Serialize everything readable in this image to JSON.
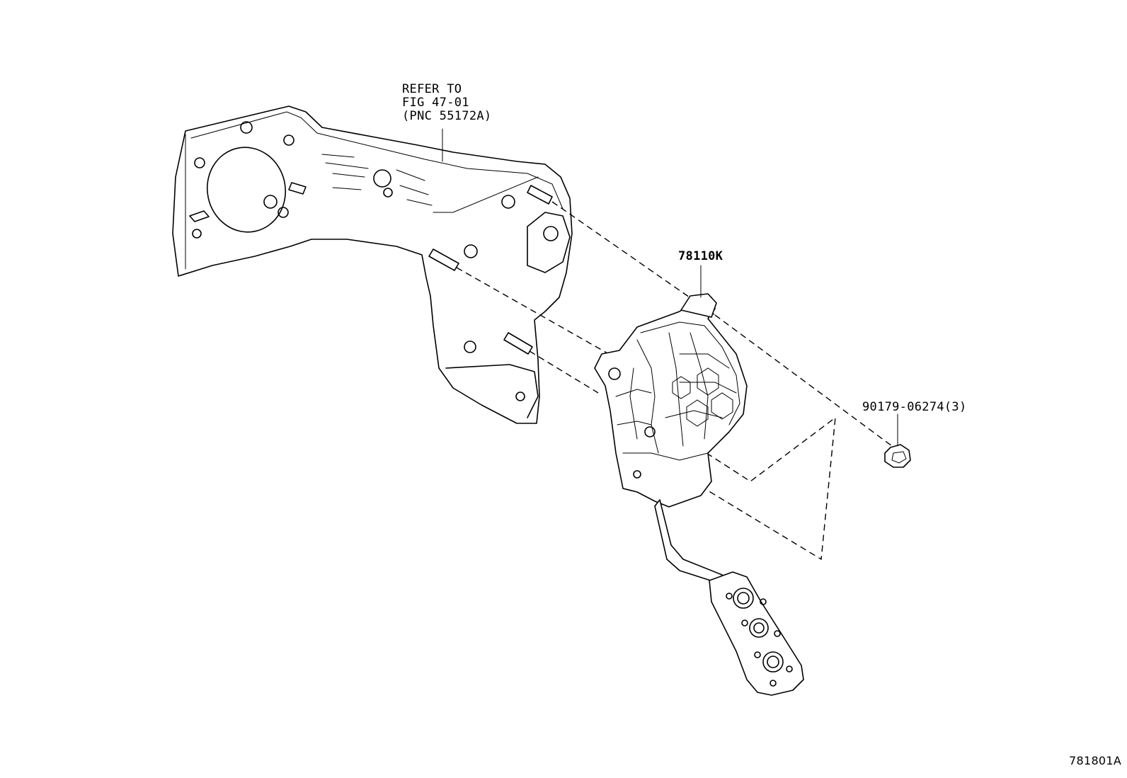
{
  "callouts": {
    "refer_line1": "REFER TO",
    "refer_line2": "FIG 47-01",
    "refer_line3": "(PNC 55172A)",
    "pedal_assembly": "78110K",
    "nut": "90179-06274(3)",
    "figure_id": "781801A"
  },
  "parts": {
    "bracket": "pedal-support-bracket",
    "pedal": "accelerator-pedal-assembly",
    "nut": "hex-nut"
  }
}
